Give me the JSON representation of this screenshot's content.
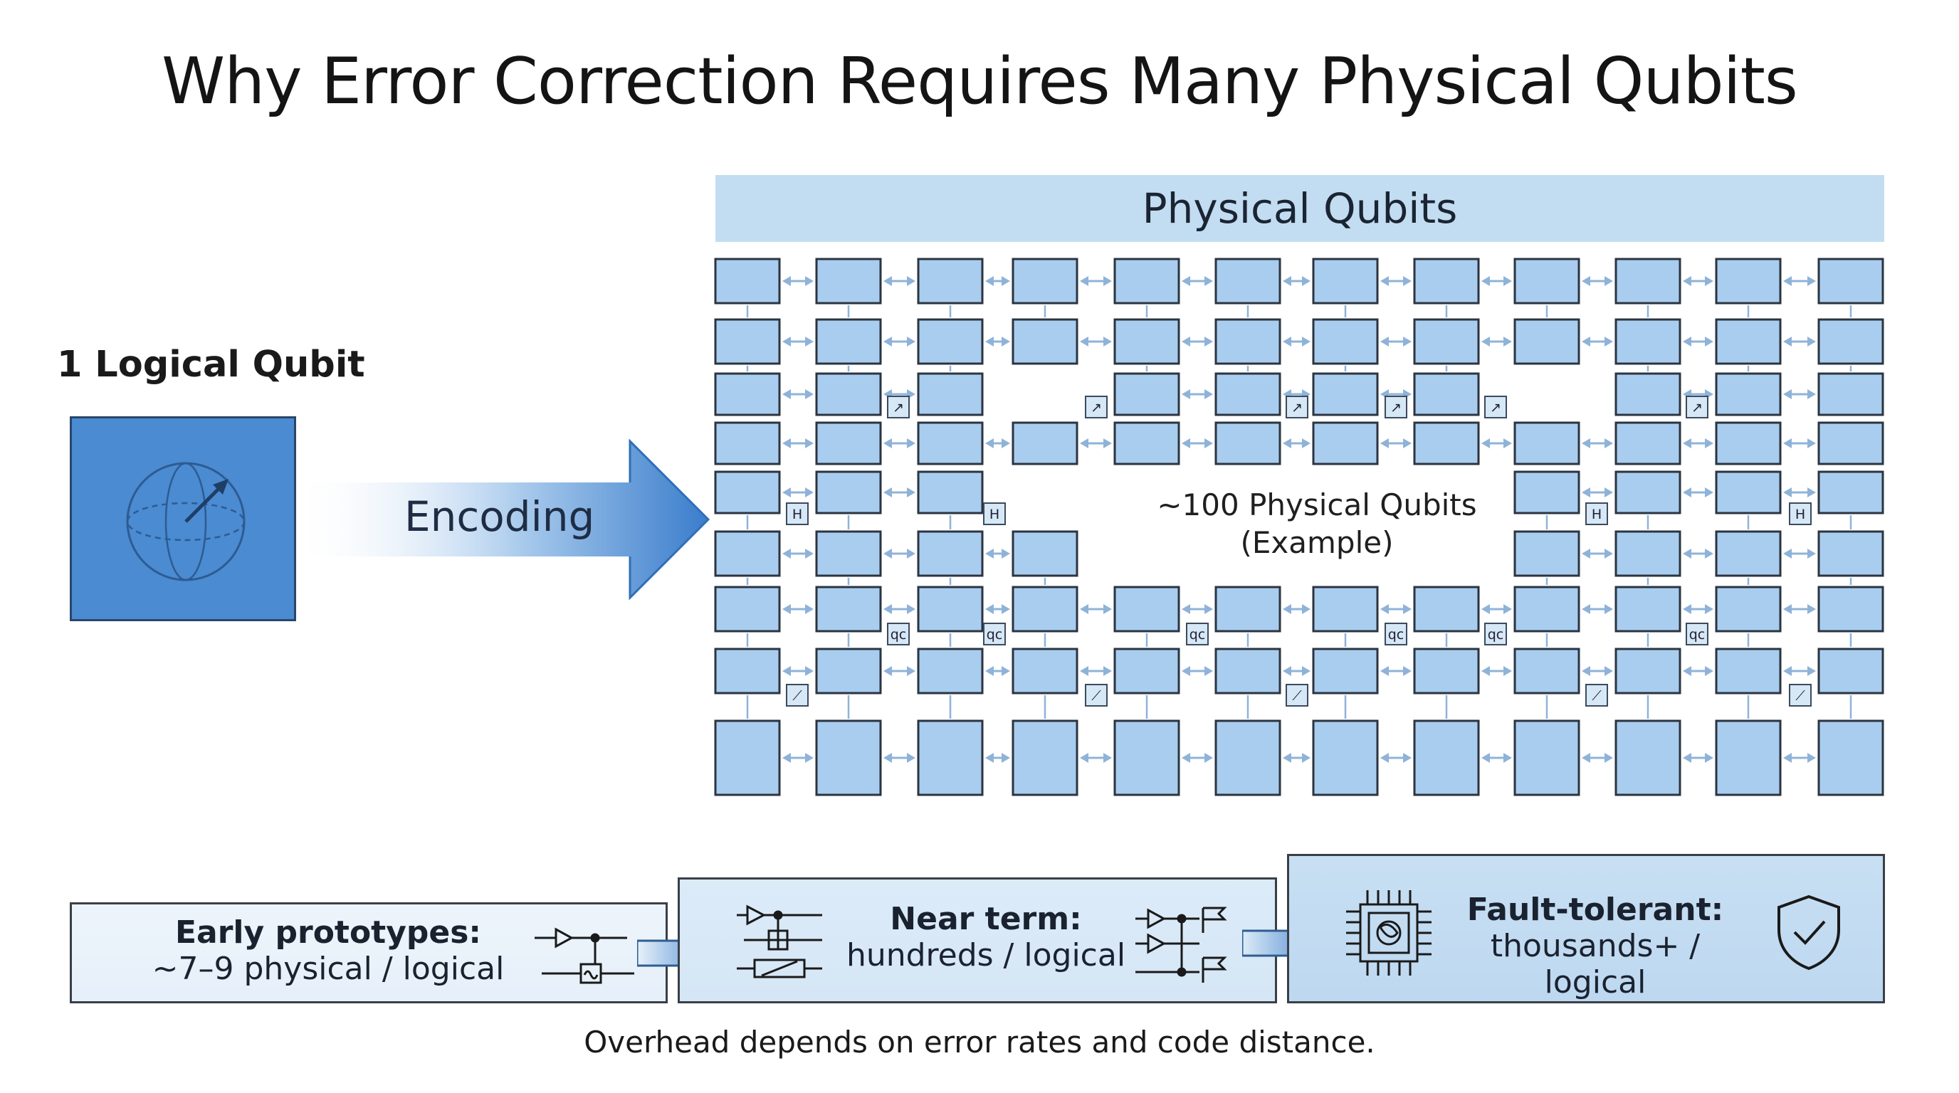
{
  "title": "Why Error Correction Requires Many Physical Qubits",
  "logical": {
    "label": "1 Logical Qubit",
    "icon": "bloch-sphere-icon",
    "box_color": "#4a8bd1"
  },
  "encoding": {
    "label": "Encoding"
  },
  "physical": {
    "header": "Physical Qubits",
    "note_line1": "~100 Physical Qubits",
    "note_line2": "(Example)",
    "qubit_fill": "#a9cdef",
    "qubit_stroke": "#2b3440"
  },
  "stages": [
    {
      "title": "Early prototypes:",
      "detail": "~7–9 physical / logical",
      "icon": "circuit-icon"
    },
    {
      "title": "Near term:",
      "detail": "hundreds / logical",
      "icon": "circuit-icon"
    },
    {
      "title": "Fault-tolerant:",
      "detail": "thousands+ / logical",
      "icon": "chip-icon"
    }
  ],
  "shield_icon": "shield-check-icon",
  "footnote": "Overhead depends on error rates and code distance."
}
